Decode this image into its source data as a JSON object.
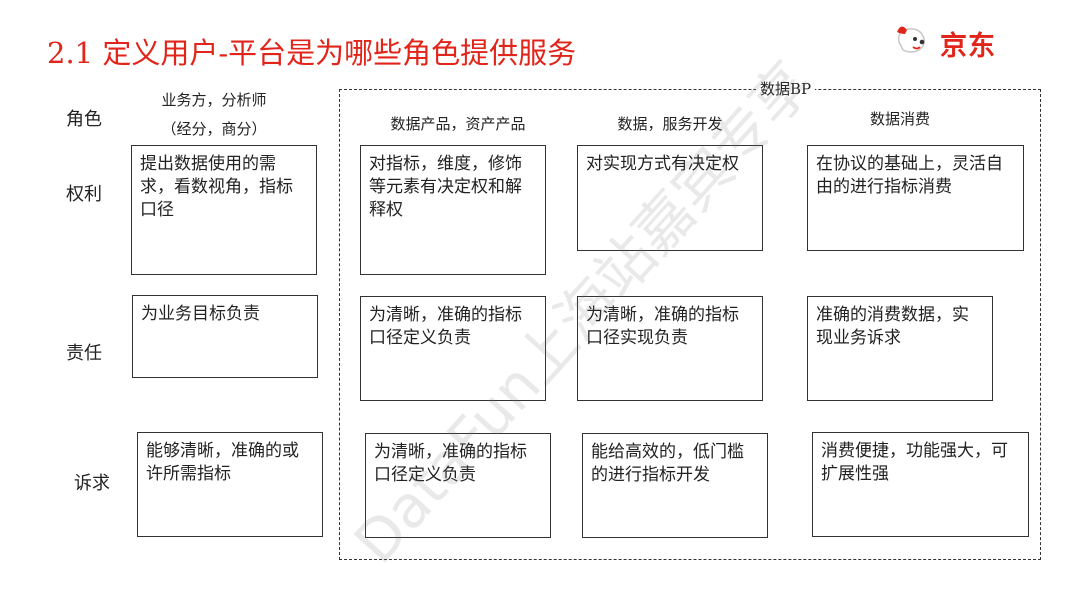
{
  "title": "2.1 定义用户-平台是为哪些角色提供服务",
  "logo": {
    "text": "京东",
    "brand_color": "#e1251b",
    "icon": "jd-dog-mascot-icon"
  },
  "frame_label": "数据BP",
  "row_labels": {
    "role": "角色",
    "rights": "权利",
    "duty": "责任",
    "demand": "诉求"
  },
  "columns": {
    "business": {
      "line1": "业务方，分析师",
      "line2": "（经分，商分）"
    },
    "product": "数据产品，资产产品",
    "dev": "数据，服务开发",
    "consume": "数据消费"
  },
  "cells": {
    "rights": {
      "business": "提出数据使用的需求，看数视角，指标口径",
      "product": "对指标，维度，修饰等元素有决定权和解释权",
      "dev": "对实现方式有决定权",
      "consume": "在协议的基础上，灵活自由的进行指标消费"
    },
    "duty": {
      "business": "为业务目标负责",
      "product": "为清晰，准确的指标口径定义负责",
      "dev": "为清晰，准确的指标口径实现负责",
      "consume": "准确的消费数据，实现业务诉求"
    },
    "demand": {
      "business": "能够清晰，准确的或许所需指标",
      "product": "为清晰，准确的指标口径定义负责",
      "dev": "能给高效的，低门槛的进行指标开发",
      "consume": "消费便捷，功能强大，可扩展性强"
    }
  },
  "watermark": "DataFun上海站嘉宾专享"
}
